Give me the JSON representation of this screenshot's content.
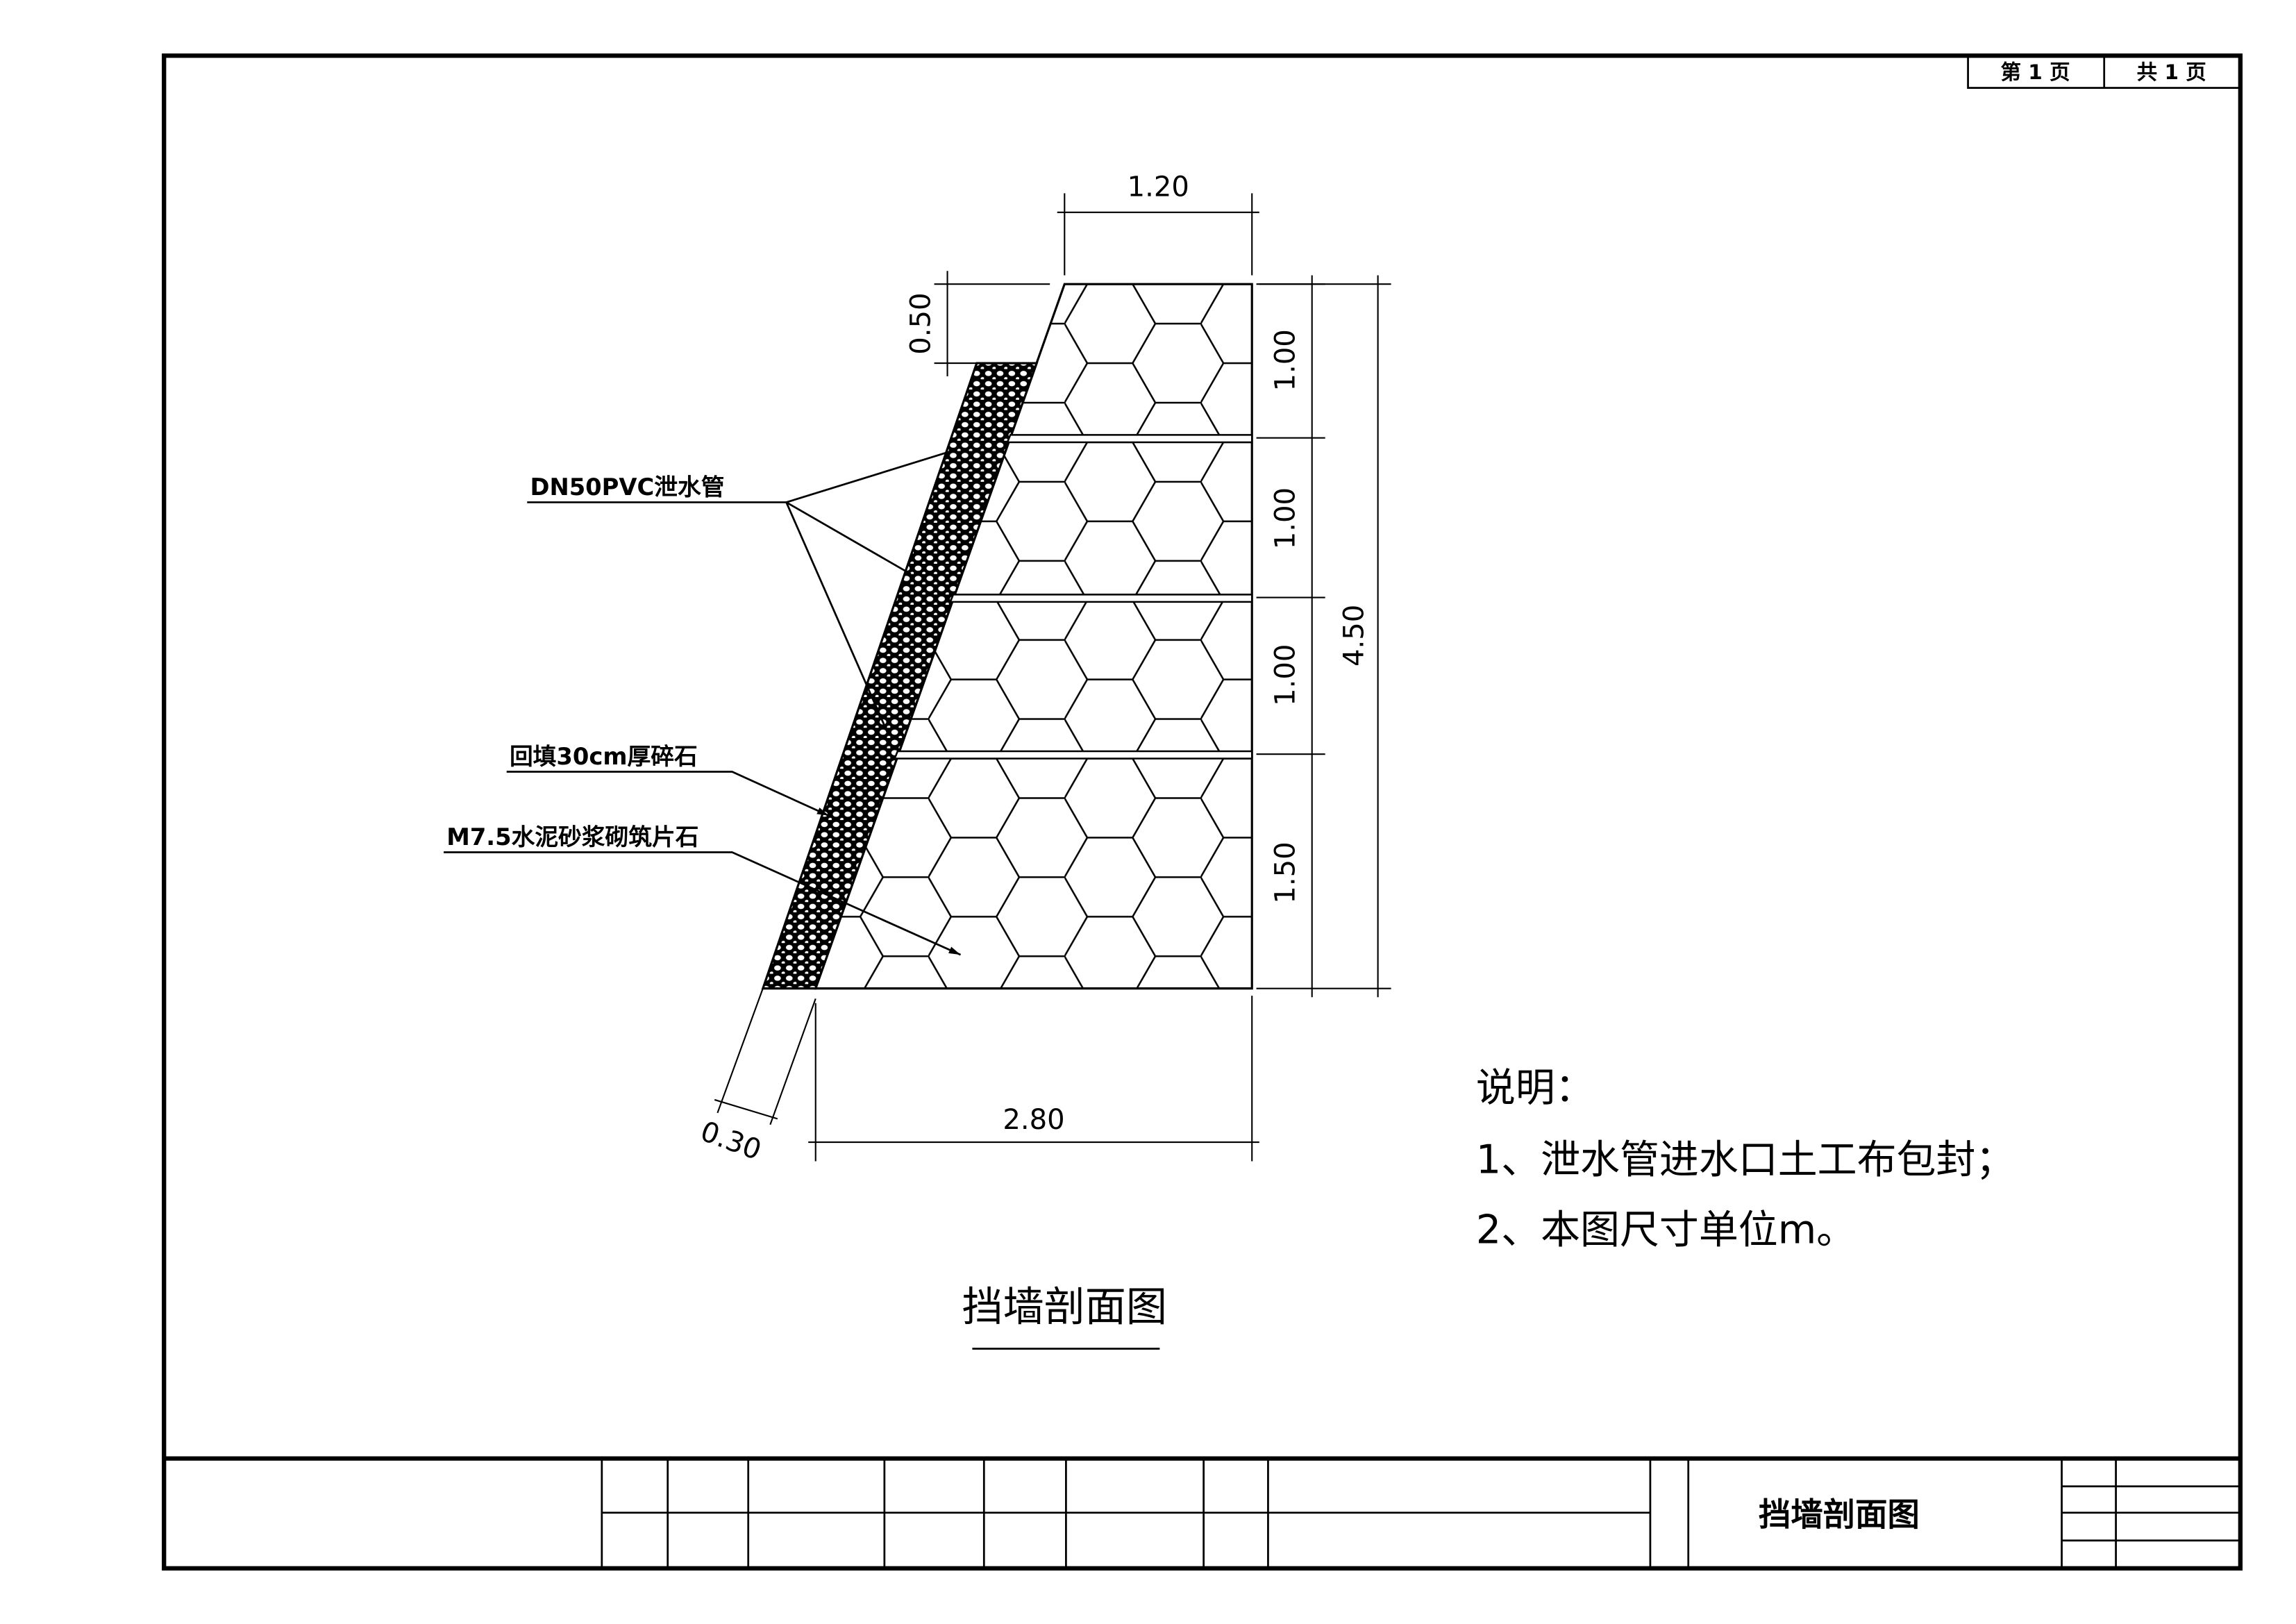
{
  "sheet": {
    "page_label": "第 1 页",
    "total_label": "共 1 页"
  },
  "dimensions": {
    "top_width": "1.20",
    "step_height": "0.50",
    "layer1": "1.00",
    "layer2": "1.00",
    "layer3": "1.00",
    "layer4": "1.50",
    "total_height": "4.50",
    "base_width": "2.80",
    "backfill_thickness": "0.30"
  },
  "labels": {
    "drain_pipe": "DN50PVC泄水管",
    "backfill": "回填30cm厚碎石",
    "masonry": "M7.5水泥砂浆砌筑片石"
  },
  "notes": {
    "heading": "说明：",
    "items": [
      "1、泄水管进水口土工布包封；",
      "2、本图尺寸单位m。"
    ]
  },
  "drawing_title": "挡墙剖面图",
  "title_block": {
    "title": "挡墙剖面图"
  }
}
